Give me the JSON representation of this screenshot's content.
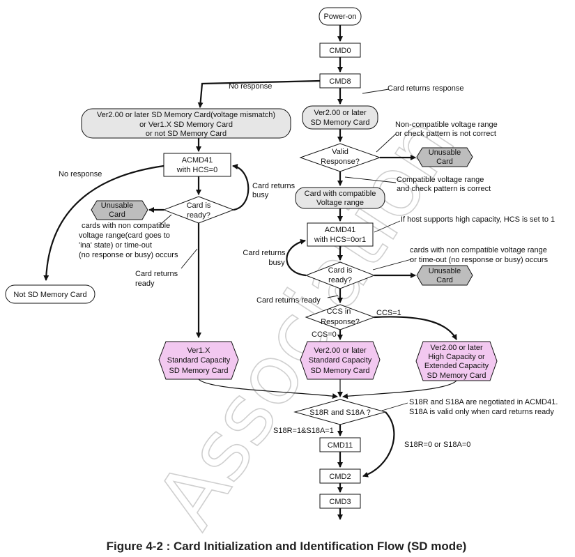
{
  "nodes": {
    "power_on": "Power-on",
    "cmd0": "CMD0",
    "cmd8": "CMD8",
    "mismatch_l1": "Ver2.00 or later SD Memory Card(voltage mismatch)",
    "mismatch_l2": "or Ver1.X SD Memory Card",
    "mismatch_l3": "or not SD Memory Card",
    "ver2_l1": "Ver2.00 or later",
    "ver2_l2": "SD Memory Card",
    "acmd41_hcs0_l1": "ACMD41",
    "acmd41_hcs0_l2": "with HCS=0",
    "card_ready_left_l1": "Card is",
    "card_ready_left_l2": "ready?",
    "unusable_left_l1": "Unusable",
    "unusable_left_l2": "Card",
    "not_sd": "Not SD Memory Card",
    "valid_resp_l1": "Valid",
    "valid_resp_l2": "Response?",
    "unusable_top_l1": "Unusable",
    "unusable_top_l2": "Card",
    "compat_l1": "Card with compatible",
    "compat_l2": "Voltage range",
    "acmd41_r_l1": "ACMD41",
    "acmd41_r_l2": "with HCS=0or1",
    "card_ready_right_l1": "Card is",
    "card_ready_right_l2": "ready?",
    "unusable_right_l1": "Unusable",
    "unusable_right_l2": "Card",
    "ccs_l1": "CCS in",
    "ccs_l2": "Response?",
    "v1x_l1": "Ver1.X",
    "v1x_l2": "Standard Capacity",
    "v1x_l3": "SD Memory Card",
    "v2sc_l1": "Ver2.00 or later",
    "v2sc_l2": "Standard Capacity",
    "v2sc_l3": "SD Memory Card",
    "v2hc_l1": "Ver2.00 or later",
    "v2hc_l2": "High Capacity or",
    "v2hc_l3": "Extended Capacity",
    "v2hc_l4": "SD Memory Card",
    "s18": "S18R and S18A ?",
    "cmd11": "CMD11",
    "cmd2": "CMD2",
    "cmd3": "CMD3"
  },
  "labels": {
    "no_response_top": "No response",
    "card_returns_response": "Card returns response",
    "no_response_left": "No response",
    "card_returns_busy_left_l1": "Card returns",
    "card_returns_busy_left_l2": "busy",
    "noncompat_left_l1": "cards with non compatible",
    "noncompat_left_l2": "voltage range(card goes to",
    "noncompat_left_l3": "'ina' state) or time-out",
    "noncompat_left_l4": "(no response or busy) occurs",
    "card_returns_ready_left_l1": "Card returns",
    "card_returns_ready_left_l2": "ready",
    "noncompat_range_l1": "Non-compatible voltage range",
    "noncompat_range_l2": "or check pattern is not correct",
    "compat_range_l1": "Compatible voltage range",
    "compat_range_l2": "and check pattern is correct",
    "host_hcs": "If host supports high capacity, HCS is set to 1",
    "card_returns_busy_right_l1": "Card returns",
    "card_returns_busy_right_l2": "busy",
    "noncompat_right_l1": "cards with non compatible voltage range",
    "noncompat_right_l2": "or time-out (no response or busy) occurs",
    "card_returns_ready_right": "Card returns ready",
    "ccs1": "CCS=1",
    "ccs0": "CCS=0",
    "s18_note_l1": "S18R and S18A are negotiated in ACMD41.",
    "s18_note_l2": "S18A is valid only when card returns ready",
    "s18_eq1": "S18R=1&S18A=1",
    "s18_eq0": "S18R=0 or S18A=0"
  },
  "caption": "Figure 4-2 : Card Initialization and Identification Flow (SD mode)",
  "watermark": "Association",
  "colors": {
    "grey_fill": "#e6e6e6",
    "dark_fill": "#bdbdbd",
    "pink_fill": "#f2c8f0",
    "line": "#111111"
  }
}
